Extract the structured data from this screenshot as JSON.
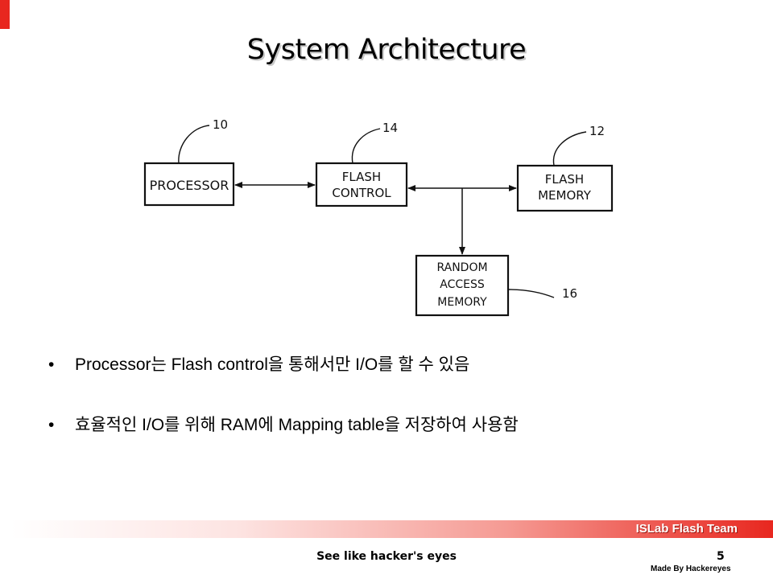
{
  "slide": {
    "title": "System Architecture",
    "accent_color": "#e8271f"
  },
  "diagram": {
    "nodes": {
      "processor": {
        "label": "PROCESSOR",
        "ref": "10"
      },
      "flash_control": {
        "line1": "FLASH",
        "line2": "CONTROL",
        "ref": "14"
      },
      "flash_memory": {
        "line1": "FLASH",
        "line2": "MEMORY",
        "ref": "12"
      },
      "ram": {
        "line1": "RANDOM",
        "line2": "ACCESS",
        "line3": "MEMORY",
        "ref": "16"
      }
    }
  },
  "bullets": [
    "Processor는 Flash control을 통해서만 I/O를 할 수 있음",
    "효율적인 I/O를 위해 RAM에 Mapping table을 저장하여 사용함"
  ],
  "bullet_symbol": "•",
  "footer": {
    "team": "ISLab Flash Team",
    "slogan": "See like hacker's eyes",
    "page_number": "5",
    "credit": "Made By Hackereyes"
  }
}
